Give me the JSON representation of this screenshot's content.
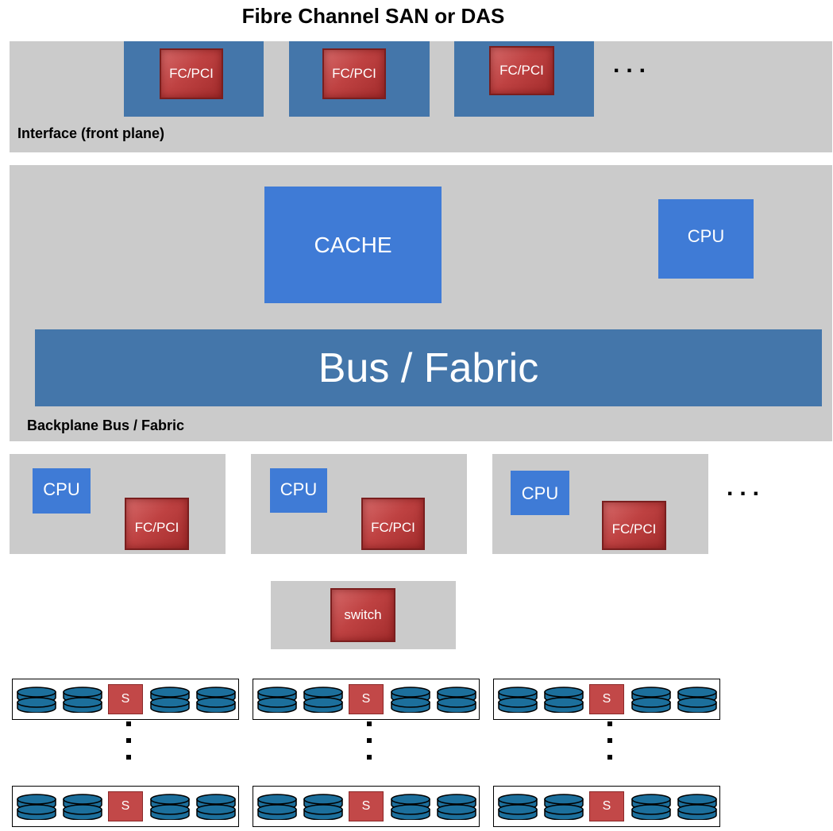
{
  "title": "Fibre Channel SAN or DAS",
  "front_plane": {
    "label": "Interface (front plane)",
    "adapters": [
      "FC/PCI",
      "FC/PCI",
      "FC/PCI"
    ],
    "ellipsis": "..."
  },
  "backplane": {
    "label": "Backplane Bus / Fabric",
    "cache": "CACHE",
    "cpu": "CPU",
    "bus": "Bus / Fabric"
  },
  "back_end": {
    "cards": [
      {
        "cpu": "CPU",
        "adapter": "FC/PCI"
      },
      {
        "cpu": "CPU",
        "adapter": "FC/PCI"
      },
      {
        "cpu": "CPU",
        "adapter": "FC/PCI"
      }
    ],
    "ellipsis": "..."
  },
  "switch": "switch",
  "shelf_switch": "S",
  "colors": {
    "panel_gray": "#cbcbcb",
    "steel_blue": "#4476aa",
    "bright_blue": "#3f7bd6",
    "chip_red": "#c24848",
    "disk_blue": "#1c6f9c"
  }
}
